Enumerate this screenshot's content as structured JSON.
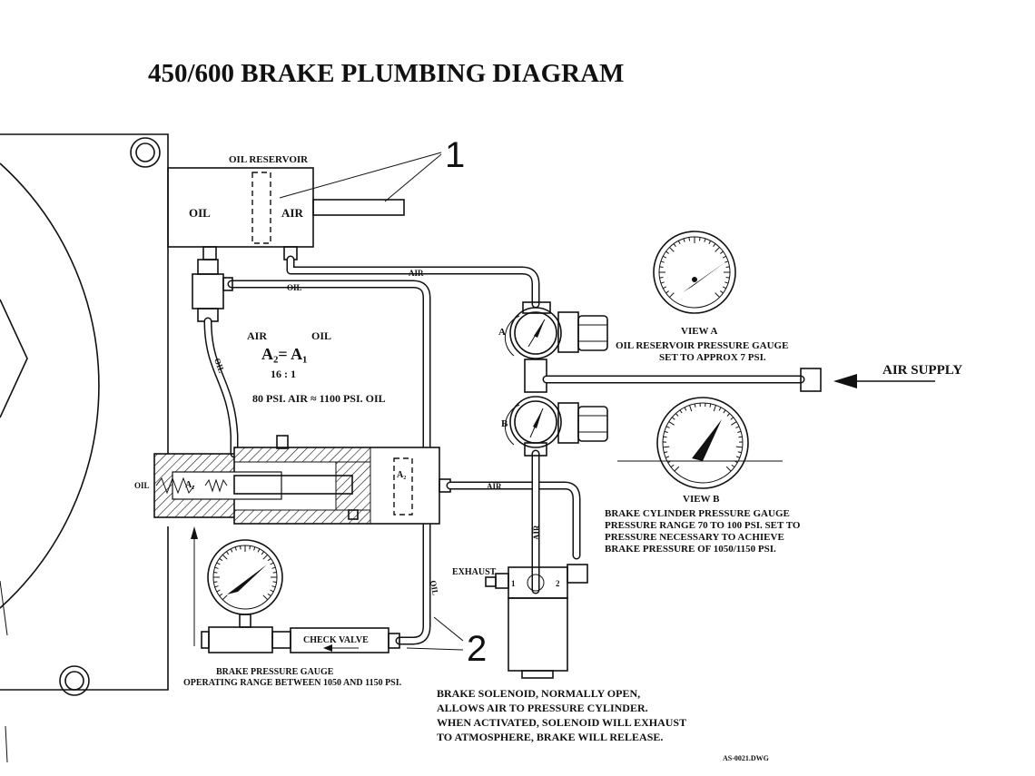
{
  "title": "450/600 BRAKE PLUMBING DIAGRAM",
  "callouts": {
    "c1": "1",
    "c2": "2"
  },
  "reservoir": {
    "label": "OIL RESERVOIR",
    "oil": "OIL",
    "air": "AIR"
  },
  "lines": {
    "air_top": "AIR",
    "oil_top": "OIL",
    "oil_left": "OIL",
    "oil_right": "OIL",
    "air_mid": "AIR",
    "air_vert": "AIR",
    "oil_cyl": "OIL"
  },
  "formula": {
    "air": "AIR",
    "oil": "OIL",
    "eq": "A₂= A₁",
    "ratio": "16 : 1",
    "note": "80 PSI. AIR ≈ 1100 PSI. OIL"
  },
  "cylinder": {
    "a1": "A₁",
    "a2": "A₂"
  },
  "regulators": {
    "a": "A",
    "b": "B"
  },
  "view_a": {
    "title": "VIEW A",
    "lines": [
      "OIL RESERVOIR PRESSURE GAUGE",
      "SET TO APPROX 7 PSI."
    ]
  },
  "air_supply": "AIR SUPPLY",
  "view_b": {
    "title": "VIEW B",
    "lines": [
      "BRAKE CYLINDER PRESSURE GAUGE",
      "PRESSURE RANGE 70 TO 100 PSI. SET TO",
      "PRESSURE NECESSARY TO ACHIEVE",
      "BRAKE PRESSURE OF 1050/1150 PSI."
    ]
  },
  "exhaust": "EXHAUST",
  "solenoid_ports": {
    "p1": "1",
    "p2": "2"
  },
  "check_valve": "CHECK VALVE",
  "brake_gauge": {
    "title": "BRAKE PRESSURE GAUGE",
    "range": "OPERATING RANGE BETWEEN 1050 AND 1150 PSI."
  },
  "solenoid_note": [
    "BRAKE SOLENOID, NORMALLY OPEN,",
    "ALLOWS AIR TO PRESSURE CYLINDER.",
    "WHEN ACTIVATED, SOLENOID WILL EXHAUST",
    "TO ATMOSPHERE, BRAKE WILL RELEASE."
  ],
  "drawing_id": "AS-0021.DWG"
}
